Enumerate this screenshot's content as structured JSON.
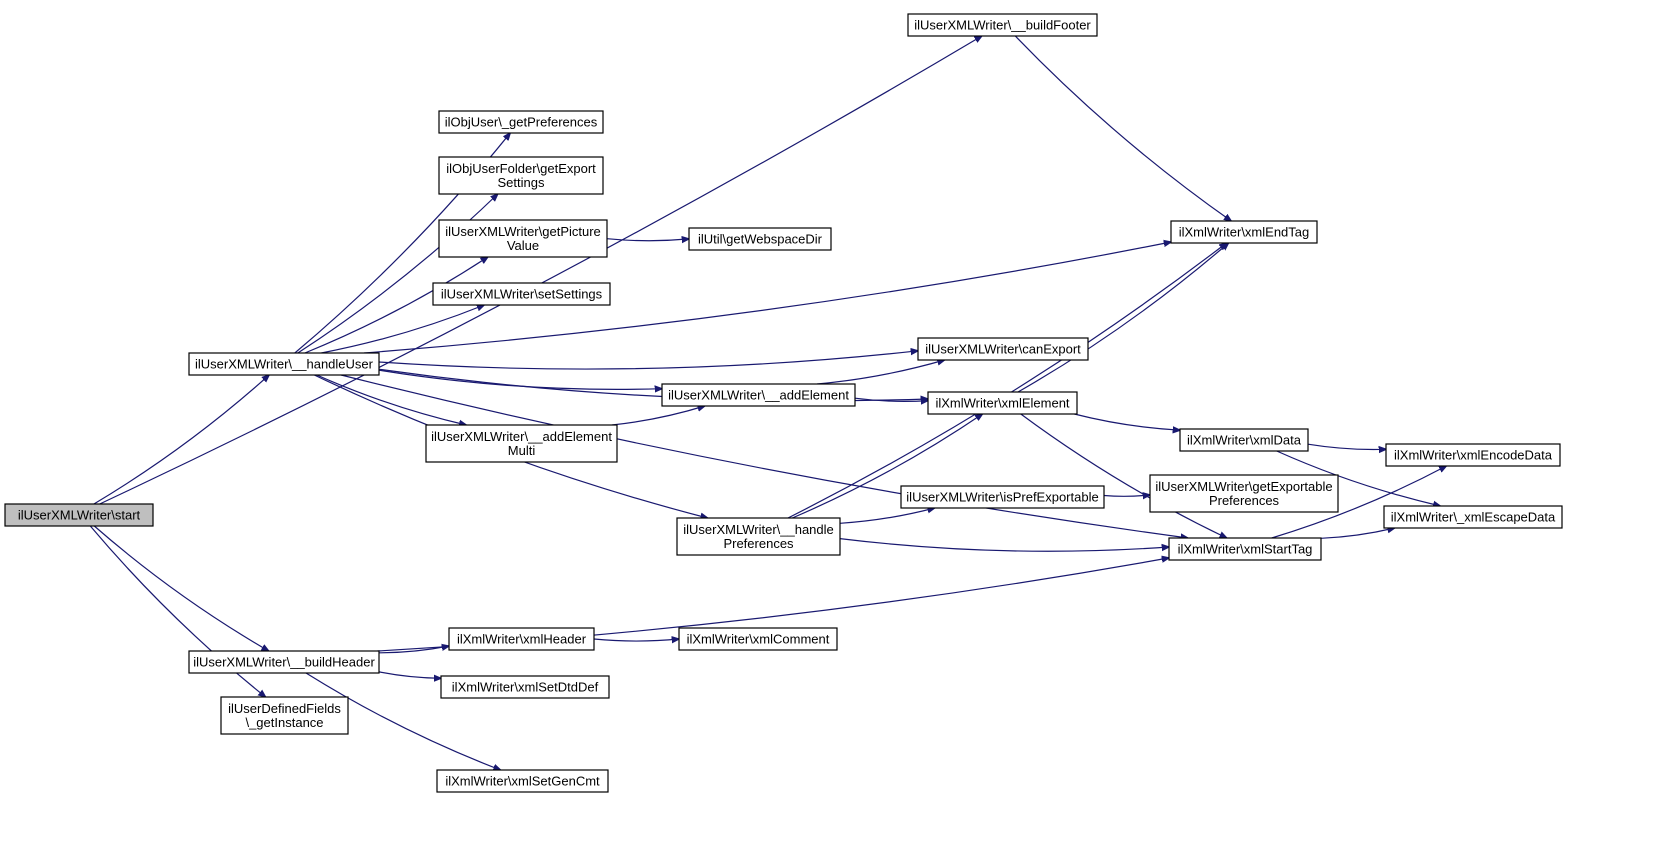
{
  "diagram": {
    "type": "call-graph",
    "colors": {
      "edge": "#191970",
      "root_fill": "#bfbfbf",
      "node_fill": "#ffffff",
      "node_border": "#000000"
    },
    "nodes": [
      {
        "id": "start",
        "lines": [
          "ilUserXMLWriter\\start"
        ],
        "root": true
      },
      {
        "id": "handleUser",
        "lines": [
          "ilUserXMLWriter\\__handleUser"
        ]
      },
      {
        "id": "buildHeader",
        "lines": [
          "ilUserXMLWriter\\__buildHeader"
        ]
      },
      {
        "id": "udfInstance",
        "lines": [
          "ilUserDefinedFields",
          "\\_getInstance"
        ]
      },
      {
        "id": "buildFooter",
        "lines": [
          "ilUserXMLWriter\\__buildFooter"
        ]
      },
      {
        "id": "getPreferences",
        "lines": [
          "ilObjUser\\_getPreferences"
        ]
      },
      {
        "id": "getExportSettings",
        "lines": [
          "ilObjUserFolder\\getExport",
          "Settings"
        ]
      },
      {
        "id": "getPictureValue",
        "lines": [
          "ilUserXMLWriter\\getPicture",
          "Value"
        ]
      },
      {
        "id": "getWebspaceDir",
        "lines": [
          "ilUtil\\getWebspaceDir"
        ]
      },
      {
        "id": "setSettings",
        "lines": [
          "ilUserXMLWriter\\setSettings"
        ]
      },
      {
        "id": "canExport",
        "lines": [
          "ilUserXMLWriter\\canExport"
        ]
      },
      {
        "id": "addElement",
        "lines": [
          "ilUserXMLWriter\\__addElement"
        ]
      },
      {
        "id": "addElementMulti",
        "lines": [
          "ilUserXMLWriter\\__addElement",
          "Multi"
        ]
      },
      {
        "id": "handlePreferences",
        "lines": [
          "ilUserXMLWriter\\__handle",
          "Preferences"
        ]
      },
      {
        "id": "isPrefExportable",
        "lines": [
          "ilUserXMLWriter\\isPrefExportable"
        ]
      },
      {
        "id": "getExportablePreferences",
        "lines": [
          "ilUserXMLWriter\\getExportable",
          "Preferences"
        ]
      },
      {
        "id": "xmlEndTag",
        "lines": [
          "ilXmlWriter\\xmlEndTag"
        ]
      },
      {
        "id": "xmlElement",
        "lines": [
          "ilXmlWriter\\xmlElement"
        ]
      },
      {
        "id": "xmlData",
        "lines": [
          "ilXmlWriter\\xmlData"
        ]
      },
      {
        "id": "xmlEncodeData",
        "lines": [
          "ilXmlWriter\\xmlEncodeData"
        ]
      },
      {
        "id": "xmlEscapeData",
        "lines": [
          "ilXmlWriter\\_xmlEscapeData"
        ]
      },
      {
        "id": "xmlStartTag",
        "lines": [
          "ilXmlWriter\\xmlStartTag"
        ]
      },
      {
        "id": "xmlHeader",
        "lines": [
          "ilXmlWriter\\xmlHeader"
        ]
      },
      {
        "id": "xmlComment",
        "lines": [
          "ilXmlWriter\\xmlComment"
        ]
      },
      {
        "id": "xmlSetDtdDef",
        "lines": [
          "ilXmlWriter\\xmlSetDtdDef"
        ]
      },
      {
        "id": "xmlSetGenCmt",
        "lines": [
          "ilXmlWriter\\xmlSetGenCmt"
        ]
      }
    ],
    "edges": [
      {
        "from": "start",
        "to": "buildFooter"
      },
      {
        "from": "start",
        "to": "handleUser"
      },
      {
        "from": "start",
        "to": "buildHeader"
      },
      {
        "from": "start",
        "to": "udfInstance"
      },
      {
        "from": "buildFooter",
        "to": "xmlEndTag"
      },
      {
        "from": "handleUser",
        "to": "xmlEndTag"
      },
      {
        "from": "handleUser",
        "to": "getPreferences"
      },
      {
        "from": "handleUser",
        "to": "getExportSettings"
      },
      {
        "from": "handleUser",
        "to": "getPictureValue"
      },
      {
        "from": "handleUser",
        "to": "setSettings"
      },
      {
        "from": "handleUser",
        "to": "canExport"
      },
      {
        "from": "handleUser",
        "to": "addElement"
      },
      {
        "from": "handleUser",
        "to": "addElementMulti"
      },
      {
        "from": "handleUser",
        "to": "xmlElement"
      },
      {
        "from": "handleUser",
        "to": "handlePreferences"
      },
      {
        "from": "handleUser",
        "to": "xmlStartTag"
      },
      {
        "from": "getPictureValue",
        "to": "getWebspaceDir"
      },
      {
        "from": "addElement",
        "to": "canExport"
      },
      {
        "from": "addElement",
        "to": "xmlElement"
      },
      {
        "from": "addElementMulti",
        "to": "addElement"
      },
      {
        "from": "handlePreferences",
        "to": "xmlElement"
      },
      {
        "from": "handlePreferences",
        "to": "xmlEndTag"
      },
      {
        "from": "handlePreferences",
        "to": "isPrefExportable"
      },
      {
        "from": "handlePreferences",
        "to": "xmlStartTag"
      },
      {
        "from": "isPrefExportable",
        "to": "getExportablePreferences"
      },
      {
        "from": "xmlElement",
        "to": "xmlEndTag"
      },
      {
        "from": "xmlElement",
        "to": "xmlData"
      },
      {
        "from": "xmlElement",
        "to": "xmlStartTag"
      },
      {
        "from": "xmlData",
        "to": "xmlEncodeData"
      },
      {
        "from": "xmlData",
        "to": "xmlEscapeData"
      },
      {
        "from": "xmlStartTag",
        "to": "xmlEncodeData"
      },
      {
        "from": "xmlStartTag",
        "to": "xmlEscapeData"
      },
      {
        "from": "buildHeader",
        "to": "xmlHeader"
      },
      {
        "from": "buildHeader",
        "to": "xmlSetDtdDef"
      },
      {
        "from": "buildHeader",
        "to": "xmlSetGenCmt"
      },
      {
        "from": "buildHeader",
        "to": "xmlStartTag"
      },
      {
        "from": "xmlHeader",
        "to": "xmlComment"
      }
    ]
  }
}
